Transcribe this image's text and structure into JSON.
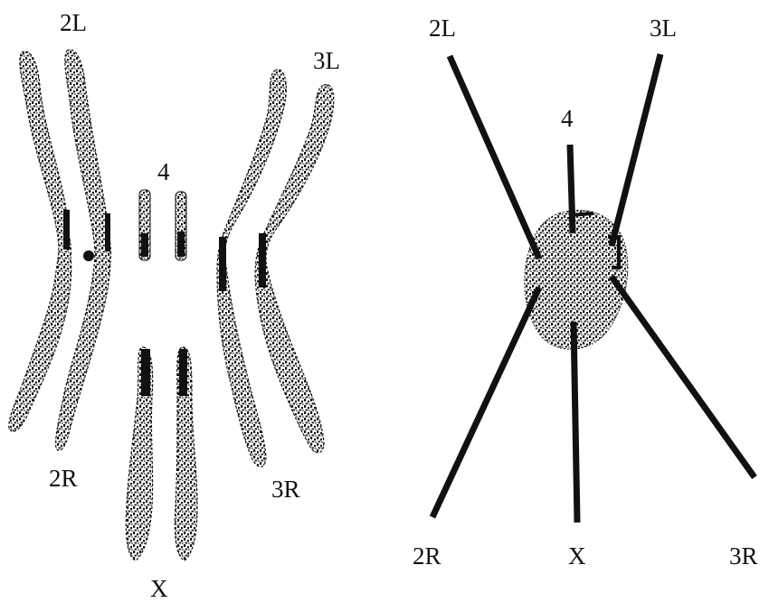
{
  "left_panel": {
    "labels": {
      "top_left": "2L",
      "top_right": "3L",
      "center": "4",
      "bottom_left": "2R",
      "bottom_right": "3R",
      "bottom_center": "X"
    }
  },
  "right_panel": {
    "labels": {
      "top_left": "2L",
      "top_right": "3L",
      "center": "4",
      "bottom_left": "2R",
      "bottom_right": "3R",
      "bottom_center": "X"
    }
  },
  "colors": {
    "ink": "#111111",
    "paper": "#ffffff"
  }
}
